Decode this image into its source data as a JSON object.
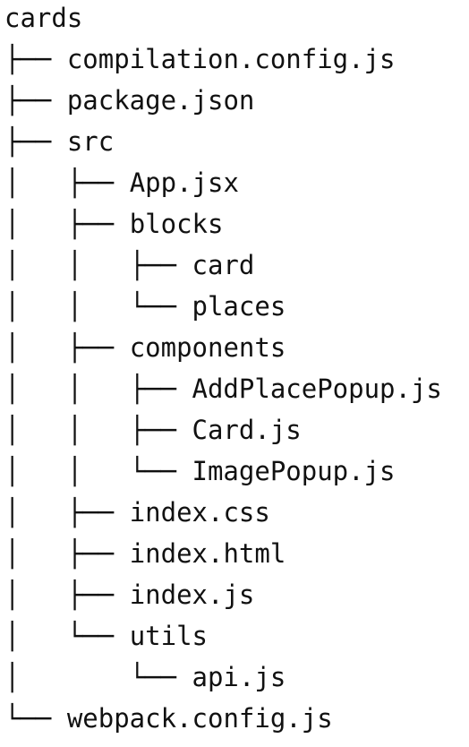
{
  "tree": {
    "lines": [
      {
        "prefix": "",
        "name": "cards"
      },
      {
        "prefix": "├── ",
        "name": "compilation.config.js"
      },
      {
        "prefix": "├── ",
        "name": "package.json"
      },
      {
        "prefix": "├── ",
        "name": "src"
      },
      {
        "prefix": "│   ├── ",
        "name": "App.jsx"
      },
      {
        "prefix": "│   ├── ",
        "name": "blocks"
      },
      {
        "prefix": "│   │   ├── ",
        "name": "card"
      },
      {
        "prefix": "│   │   └── ",
        "name": "places"
      },
      {
        "prefix": "│   ├── ",
        "name": "components"
      },
      {
        "prefix": "│   │   ├── ",
        "name": "AddPlacePopup.js"
      },
      {
        "prefix": "│   │   ├── ",
        "name": "Card.js"
      },
      {
        "prefix": "│   │   └── ",
        "name": "ImagePopup.js"
      },
      {
        "prefix": "│   ├── ",
        "name": "index.css"
      },
      {
        "prefix": "│   ├── ",
        "name": "index.html"
      },
      {
        "prefix": "│   ├── ",
        "name": "index.js"
      },
      {
        "prefix": "│   └── ",
        "name": "utils"
      },
      {
        "prefix": "│       └── ",
        "name": "api.js"
      },
      {
        "prefix": "└── ",
        "name": "webpack.config.js"
      }
    ]
  }
}
